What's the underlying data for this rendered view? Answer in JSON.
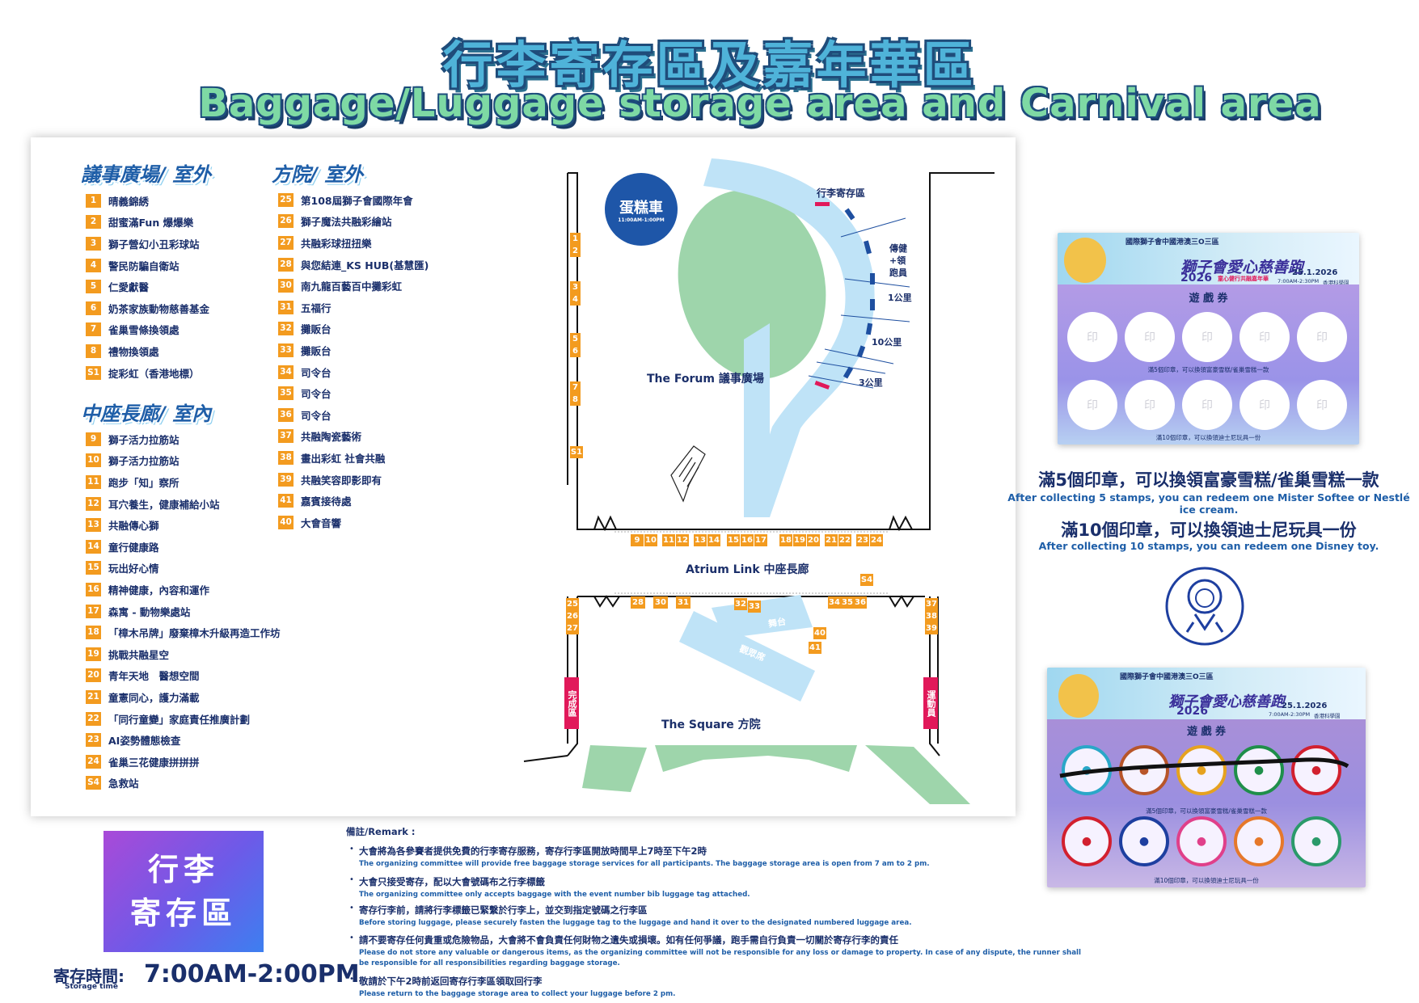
{
  "title_zh": "行李寄存區及嘉年華區",
  "title_en": "Baggage/Luggage storage area and Carnival area",
  "forum_outdoor": {
    "heading": "議事廣場/ 室外",
    "items": [
      {
        "num": "1",
        "label": "晴義錦綉"
      },
      {
        "num": "2",
        "label": "甜蜜滿Fun 爆爆樂"
      },
      {
        "num": "3",
        "label": "獅子營幻小丑彩球站"
      },
      {
        "num": "4",
        "label": "警民防騙自衛站"
      },
      {
        "num": "5",
        "label": "仁愛獻醫"
      },
      {
        "num": "6",
        "label": "奶茶家族動物慈善基金"
      },
      {
        "num": "7",
        "label": "雀巢雪條換領處"
      },
      {
        "num": "8",
        "label": "禮物換領處"
      },
      {
        "num": "S1",
        "label": "掟彩虹（香港地標）"
      }
    ]
  },
  "atrium_indoor": {
    "heading": "中座長廊/ 室內",
    "items": [
      {
        "num": "9",
        "label": "獅子活力拉筋站"
      },
      {
        "num": "10",
        "label": "獅子活力拉筋站"
      },
      {
        "num": "11",
        "label": "跑步「知」察所"
      },
      {
        "num": "12",
        "label": "耳穴養生，健康補給小站"
      },
      {
        "num": "13",
        "label": "共融傳心獅"
      },
      {
        "num": "14",
        "label": "童行健康路"
      },
      {
        "num": "15",
        "label": "玩出好心情"
      },
      {
        "num": "16",
        "label": "精神健康，內容和運作"
      },
      {
        "num": "17",
        "label": "森寓 - 動物樂處站"
      },
      {
        "num": "18",
        "label": "「樟木吊牌」廢棄樟木升級再造工作坊"
      },
      {
        "num": "19",
        "label": "挑戰共融星空"
      },
      {
        "num": "20",
        "label": "青年天地　醫想空間"
      },
      {
        "num": "21",
        "label": "童憲同心，護力滿載"
      },
      {
        "num": "22",
        "label": "「同行童變」家庭責任推廣計劃"
      },
      {
        "num": "23",
        "label": "AI姿勢體態檢查"
      },
      {
        "num": "24",
        "label": "雀巢三花健康拼拼拼"
      },
      {
        "num": "S4",
        "label": "急救站"
      }
    ]
  },
  "square_outdoor": {
    "heading": "方院/ 室外",
    "items": [
      {
        "num": "25",
        "label": "第108屆獅子會國際年會"
      },
      {
        "num": "26",
        "label": "獅子魔法共融彩繪站"
      },
      {
        "num": "27",
        "label": "共融彩球扭扭樂"
      },
      {
        "num": "28",
        "label": "與您結連_KS HUB(基慧匯)"
      },
      {
        "num": "30",
        "label": "南九龍百藝百中攤彩虹"
      },
      {
        "num": "31",
        "label": "五福行"
      },
      {
        "num": "32",
        "label": "攤販台"
      },
      {
        "num": "33",
        "label": "攤販台"
      },
      {
        "num": "34",
        "label": "司令台"
      },
      {
        "num": "35",
        "label": "司令台"
      },
      {
        "num": "36",
        "label": "司令台"
      },
      {
        "num": "37",
        "label": "共融陶瓷藝術"
      },
      {
        "num": "38",
        "label": "畫出彩虹 社會共融"
      },
      {
        "num": "39",
        "label": "共融笑容即影即有"
      },
      {
        "num": "41",
        "label": "嘉賓接待處"
      },
      {
        "num": "40",
        "label": "大會音響"
      }
    ]
  },
  "map": {
    "cake_truck": "蛋糕車",
    "cake_truck_time": "11:00AM-1:00PM",
    "luggage_label": "行李寄存區",
    "warmup_label": "傳健+領跑員",
    "dist_1k": "1公里",
    "dist_10k": "10公里",
    "dist_3k": "3公里",
    "forum_label": "The Forum 議事廣場",
    "atrium_label": "Atrium Link 中座長廊",
    "square_label": "The Square 方院",
    "finish_label": "完成區",
    "athlete_label": "運動員",
    "stage_label": "舞台",
    "spectator_label": "觀眾席",
    "left_nums": [
      "1",
      "2",
      "3",
      "4",
      "5",
      "6",
      "7",
      "8",
      "S1"
    ],
    "bottom_nums": [
      "9",
      "10",
      "11",
      "12",
      "13",
      "14",
      "15",
      "16",
      "17",
      "18",
      "19",
      "20",
      "21",
      "22",
      "23",
      "24"
    ],
    "square_nums_left": [
      "25",
      "26",
      "27"
    ],
    "square_nums_top": [
      "28",
      "30",
      "31"
    ],
    "square_nums_mid": [
      "32",
      "33"
    ],
    "square_nums_right_top": [
      "34",
      "35",
      "36"
    ],
    "square_nums_right": [
      "37",
      "38",
      "39"
    ],
    "square_nums_stage": [
      "40",
      "41"
    ],
    "s4": "S4"
  },
  "coupon": {
    "org_name": "國際獅子會中國港澳三O三區",
    "event_name": "獅子會愛心慈善跑",
    "event_year": "2026",
    "event_sub": "童心健行共融嘉年華",
    "date": "25.1.2026",
    "time": "7:00AM-2:30PM",
    "venue": "香港科學園",
    "ticket": "遊 戲 券",
    "stamp_char": "印",
    "note5": "滿5個印章，可以換領富豪雪糕/雀巢雪糕一款",
    "note10": "滿10個印章，可以換領迪士尼玩具一份"
  },
  "redeem": {
    "five_zh": "滿5個印章，可以換領富豪雪糕/雀巢雪糕一款",
    "five_en": "After collecting 5 stamps, you can redeem one Mister Softee or Nestlé ice cream.",
    "ten_zh": "滿10個印章，可以換領迪士尼玩具一份",
    "ten_en": "After collecting 10 stamps, you can redeem one Disney toy."
  },
  "storage_sign": {
    "line1": "行李",
    "line2": "寄存區"
  },
  "storage_time": {
    "label_zh": "寄存時間:",
    "label_en": "Storage time",
    "value": "7:00AM-2:00PM"
  },
  "remarks": {
    "heading": "備註/Remark :",
    "items": [
      {
        "zh": "大會將為各參賽者提供免費的行李寄存服務，寄存行李區開放時間早上7時至下午2時",
        "en": "The organizing committee will provide free baggage storage services for all participants. The baggage storage area is open from 7 am to 2 pm."
      },
      {
        "zh": "大會只接受寄存，配以大會號碼布之行李標籤",
        "en": "The organizing committee only accepts baggage with the event number bib luggage tag attached."
      },
      {
        "zh": "寄存行李前，請將行李標籤已緊繫於行李上，並交到指定號碼之行李區",
        "en": "Before storing luggage, please securely fasten the luggage tag to the luggage and hand it over to the designated numbered luggage area."
      },
      {
        "zh": "請不要寄存任何貴重或危險物品，大會將不會負責任何財物之遺失或損壞。如有任何爭議，跑手需自行負責一切關於寄存行李的責任",
        "en": "Please do not store any valuable or dangerous items, as the organizing committee will not be responsible for any loss or damage to property. In case of any dispute, the runner shall be responsible for all responsibilities regarding baggage storage."
      },
      {
        "zh": "敬請於下午2時前返回寄存行李區領取回行李",
        "en": "Please return to the baggage storage area to collect your luggage before 2 pm."
      }
    ]
  },
  "colors": {
    "orange": "#f39b1f",
    "navy": "#1a2f6b",
    "light_blue": "#bfe3f7",
    "green": "#9ed5ab",
    "pink": "#e1195a"
  }
}
